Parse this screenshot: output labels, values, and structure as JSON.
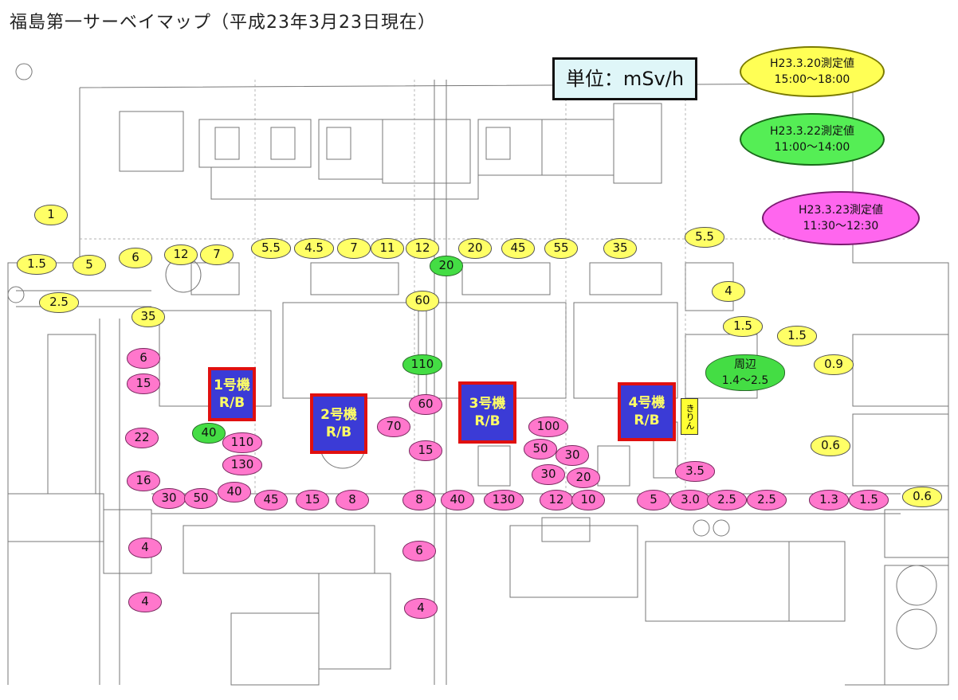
{
  "title": "福島第一サーベイマップ（平成23年3月23日現在）",
  "unit_label": "単位：mSv/h",
  "legend": [
    {
      "date": "H23.3.20測定値",
      "time": "15:00～18:00",
      "color": "yellow"
    },
    {
      "date": "H23.3.22測定値",
      "time": "11:00～14:00",
      "color": "green"
    },
    {
      "date": "H23.3.23測定値",
      "time": "11:30～12:30",
      "color": "magenta"
    }
  ],
  "units": [
    {
      "name": "1号機",
      "sub": "R/B"
    },
    {
      "name": "2号機",
      "sub": "R/B"
    },
    {
      "name": "3号機",
      "sub": "R/B"
    },
    {
      "name": "4号機",
      "sub": "R/B"
    }
  ],
  "kirin_label": "きりん",
  "colors": {
    "yellow": "#ffff66",
    "green": "#44dd44",
    "magenta": "#ff77cc",
    "unit_fill": "#3b3bd6",
    "unit_border": "#e01010"
  },
  "readings": [
    {
      "v": "1",
      "c": "y"
    },
    {
      "v": "1.5",
      "c": "y"
    },
    {
      "v": "5",
      "c": "y"
    },
    {
      "v": "6",
      "c": "y"
    },
    {
      "v": "12",
      "c": "y"
    },
    {
      "v": "7",
      "c": "y"
    },
    {
      "v": "5.5",
      "c": "y"
    },
    {
      "v": "4.5",
      "c": "y"
    },
    {
      "v": "7",
      "c": "y"
    },
    {
      "v": "11",
      "c": "y"
    },
    {
      "v": "12",
      "c": "y"
    },
    {
      "v": "20",
      "c": "g"
    },
    {
      "v": "20",
      "c": "y"
    },
    {
      "v": "45",
      "c": "y"
    },
    {
      "v": "55",
      "c": "y"
    },
    {
      "v": "35",
      "c": "y"
    },
    {
      "v": "5.5",
      "c": "y"
    },
    {
      "v": "2.5",
      "c": "y"
    },
    {
      "v": "35",
      "c": "y"
    },
    {
      "v": "60",
      "c": "y"
    },
    {
      "v": "4",
      "c": "y"
    },
    {
      "v": "1.5",
      "c": "y"
    },
    {
      "v": "1.5",
      "c": "y"
    },
    {
      "v": "6",
      "c": "p"
    },
    {
      "v": "110",
      "c": "g"
    },
    {
      "v": "周辺\n1.4～2.5",
      "c": "g"
    },
    {
      "v": "0.9",
      "c": "y"
    },
    {
      "v": "15",
      "c": "p"
    },
    {
      "v": "60",
      "c": "p"
    },
    {
      "v": "40",
      "c": "g"
    },
    {
      "v": "70",
      "c": "p"
    },
    {
      "v": "100",
      "c": "p"
    },
    {
      "v": "22",
      "c": "p"
    },
    {
      "v": "110",
      "c": "p"
    },
    {
      "v": "15",
      "c": "p"
    },
    {
      "v": "50",
      "c": "p"
    },
    {
      "v": "30",
      "c": "p"
    },
    {
      "v": "0.6",
      "c": "y"
    },
    {
      "v": "130",
      "c": "p"
    },
    {
      "v": "30",
      "c": "p"
    },
    {
      "v": "20",
      "c": "p"
    },
    {
      "v": "3.5",
      "c": "p"
    },
    {
      "v": "16",
      "c": "p"
    },
    {
      "v": "40",
      "c": "p"
    },
    {
      "v": "30",
      "c": "p"
    },
    {
      "v": "50",
      "c": "p"
    },
    {
      "v": "45",
      "c": "p"
    },
    {
      "v": "15",
      "c": "p"
    },
    {
      "v": "8",
      "c": "p"
    },
    {
      "v": "8",
      "c": "p"
    },
    {
      "v": "40",
      "c": "p"
    },
    {
      "v": "130",
      "c": "p"
    },
    {
      "v": "12",
      "c": "p"
    },
    {
      "v": "10",
      "c": "p"
    },
    {
      "v": "5",
      "c": "p"
    },
    {
      "v": "3.0",
      "c": "p"
    },
    {
      "v": "2.5",
      "c": "p"
    },
    {
      "v": "2.5",
      "c": "p"
    },
    {
      "v": "1.3",
      "c": "p"
    },
    {
      "v": "1.5",
      "c": "p"
    },
    {
      "v": "0.6",
      "c": "y"
    },
    {
      "v": "4",
      "c": "p"
    },
    {
      "v": "6",
      "c": "p"
    },
    {
      "v": "4",
      "c": "p"
    },
    {
      "v": "4",
      "c": "p"
    }
  ]
}
